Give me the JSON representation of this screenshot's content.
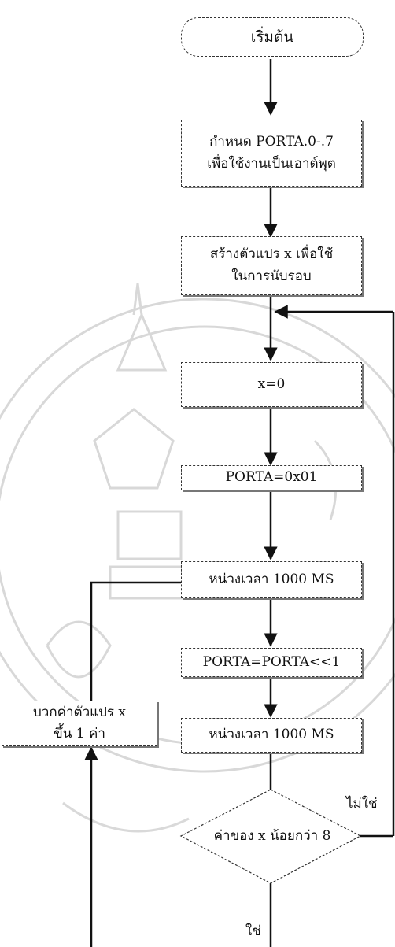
{
  "flowchart": {
    "start": "เริ่มต้น",
    "set_porta": "กำหนด PORTA.0-.7\nเพื่อใช้งานเป็นเอาต์พุต",
    "create_var": "สร้างตัวแปร x เพื่อใช้\nในการนับรอบ",
    "x_zero": "x=0",
    "porta_init": "PORTA=0x01",
    "delay_1": "หน่วงเวลา 1000 MS",
    "porta_shift": "PORTA=PORTA<<1",
    "delay_2": "หน่วงเวลา 1000 MS",
    "increment_x": "บวกค่าตัวแปร x\nขึ้น 1 ค่า",
    "decision": "ค่าของ x น้อยกว่า 8",
    "label_no": "ไม่ใช่",
    "label_yes": "ใช่"
  },
  "colors": {
    "line": "#111111",
    "watermark": "#c8c8c8"
  }
}
